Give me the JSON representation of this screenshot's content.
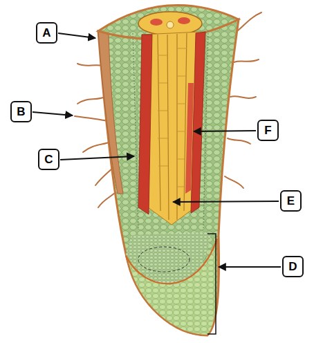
{
  "diagram": {
    "nodes": [
      {
        "text": [
          "A"
        ]
      },
      {
        "text": [
          "B"
        ]
      },
      {
        "text": [
          "F"
        ]
      },
      {
        "text": [
          "C"
        ]
      },
      {
        "text": [
          "E"
        ]
      },
      {
        "text": [
          "D"
        ]
      }
    ]
  }
}
